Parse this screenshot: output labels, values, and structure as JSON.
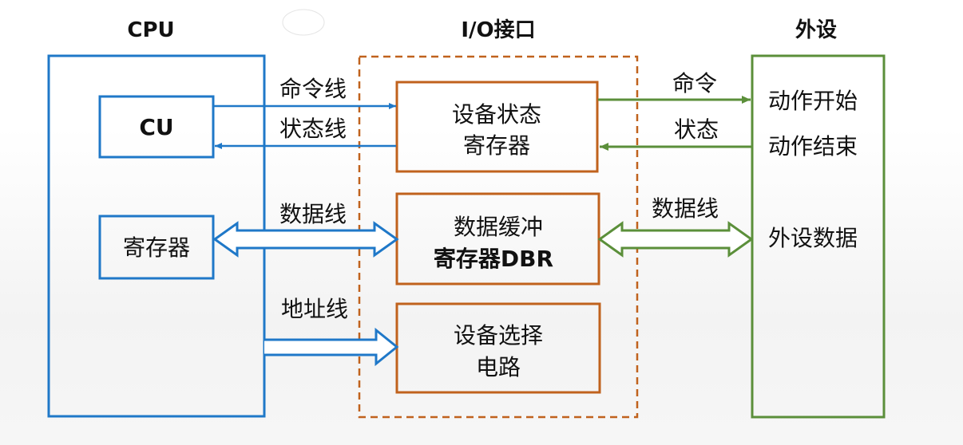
{
  "cpu": {
    "heading": "CPU",
    "cu_label": "CU",
    "register_label": "寄存器"
  },
  "io": {
    "heading": "I/O接口",
    "status_register": {
      "line1": "设备状态",
      "line2": "寄存器"
    },
    "data_buffer": {
      "line1": "数据缓冲",
      "line2": "寄存器DBR"
    },
    "device_select": {
      "line1": "设备选择",
      "line2": "电路"
    }
  },
  "device": {
    "heading": "外设",
    "action_start": "动作开始",
    "action_end": "动作结束",
    "device_data": "外设数据"
  },
  "lines": {
    "command_line": "命令线",
    "status_line": "状态线",
    "data_line_cpu": "数据线",
    "address_line": "地址线",
    "command": "命令",
    "status": "状态",
    "data_line_device": "数据线"
  },
  "colors": {
    "cpu_blue": "#1f78c8",
    "io_orange": "#c0621d",
    "device_green": "#5b8f3a"
  }
}
